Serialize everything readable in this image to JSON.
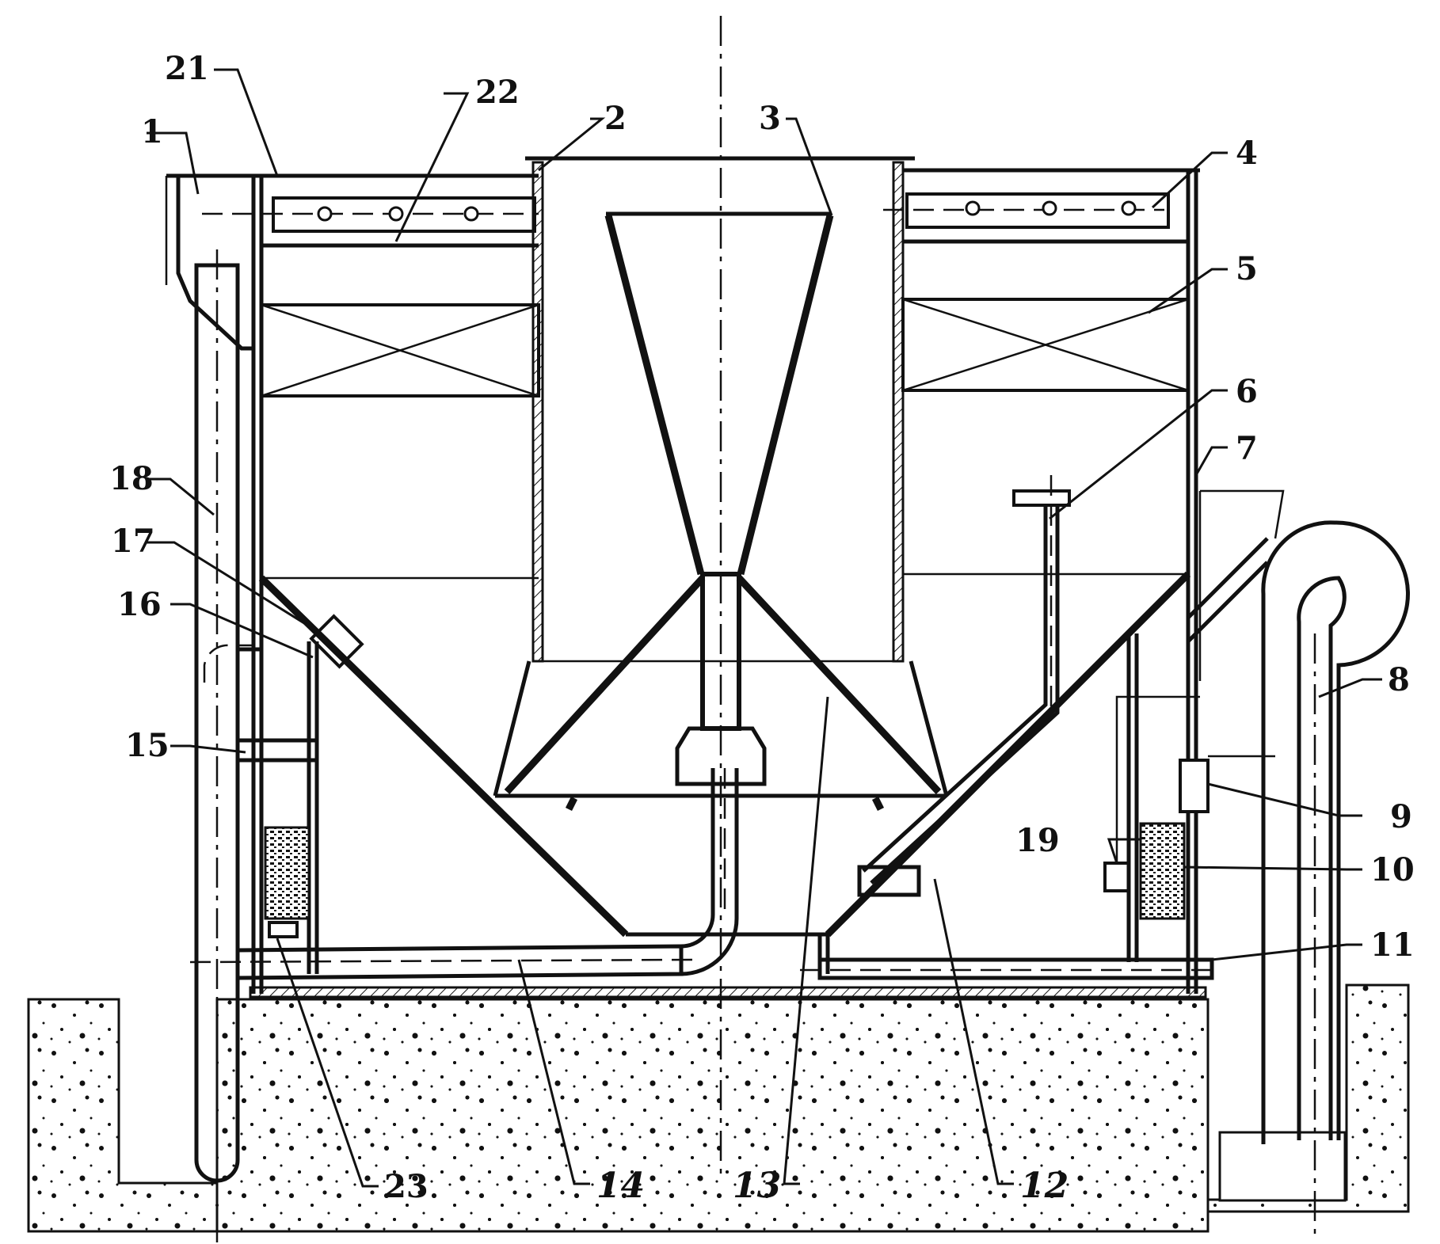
{
  "labels": [
    {
      "id": "1",
      "text": "1"
    },
    {
      "id": "2",
      "text": "2"
    },
    {
      "id": "3",
      "text": "3"
    },
    {
      "id": "4",
      "text": "4"
    },
    {
      "id": "5",
      "text": "5"
    },
    {
      "id": "6",
      "text": "6"
    },
    {
      "id": "7",
      "text": "7"
    },
    {
      "id": "8",
      "text": "8"
    },
    {
      "id": "9",
      "text": "9"
    },
    {
      "id": "10",
      "text": "10"
    },
    {
      "id": "11",
      "text": "11"
    },
    {
      "id": "12",
      "text": "12"
    },
    {
      "id": "13",
      "text": "13"
    },
    {
      "id": "14",
      "text": "14"
    },
    {
      "id": "15",
      "text": "15"
    },
    {
      "id": "16",
      "text": "16"
    },
    {
      "id": "17",
      "text": "17"
    },
    {
      "id": "18",
      "text": "18"
    },
    {
      "id": "19",
      "text": "19"
    },
    {
      "id": "21",
      "text": "21"
    },
    {
      "id": "22",
      "text": "22"
    },
    {
      "id": "23",
      "text": "23"
    }
  ],
  "colors": {
    "line": "#111111",
    "background": "#ffffff"
  }
}
